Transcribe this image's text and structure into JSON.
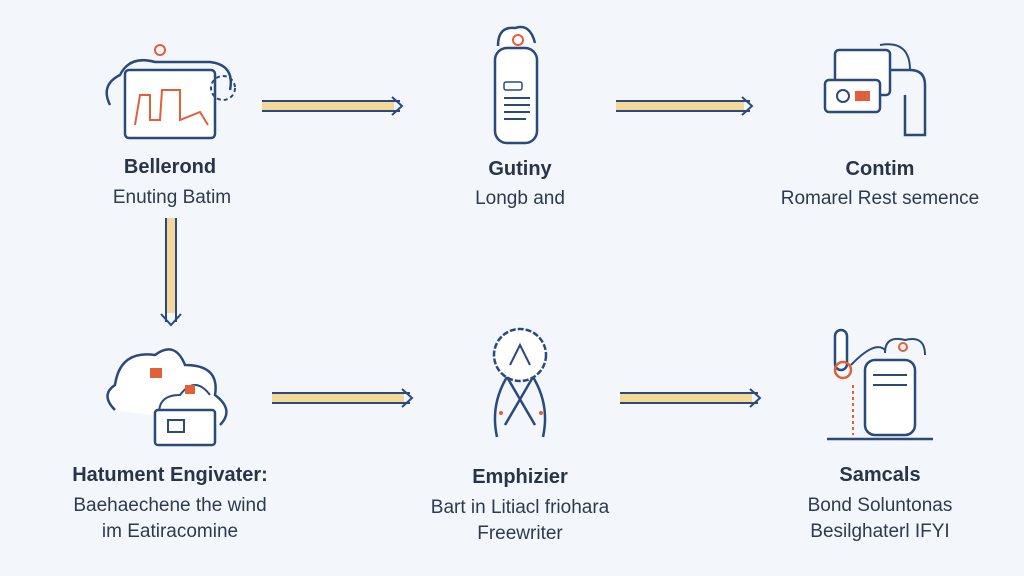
{
  "nodes": [
    {
      "title": "Bellerond",
      "subtitle": [
        "Enuting Batim"
      ],
      "icon": "monitor-cloud-icon"
    },
    {
      "title": "Gutiny",
      "subtitle": [
        "Longb and"
      ],
      "icon": "document-icon"
    },
    {
      "title": "Contim",
      "subtitle": [
        "Romarel Rest semence"
      ],
      "icon": "devices-icon"
    },
    {
      "title": "Hatument Engivater:",
      "subtitle": [
        "Baehaechene the wind",
        "im Eatiracomine"
      ],
      "icon": "cloud-laptop-icon"
    },
    {
      "title": "Emphizier",
      "subtitle": [
        "Bart in Litiacl friohara",
        "Freewriter"
      ],
      "icon": "ribbon-icon"
    },
    {
      "title": "Samcals",
      "subtitle": [
        "Bond Soluntonas",
        "Besilghaterl IFYI"
      ],
      "icon": "server-pipe-icon"
    }
  ],
  "colors": {
    "line": "#2b4a7a",
    "accent": "#e0603a",
    "arrow_fill": "#f3d89a"
  }
}
